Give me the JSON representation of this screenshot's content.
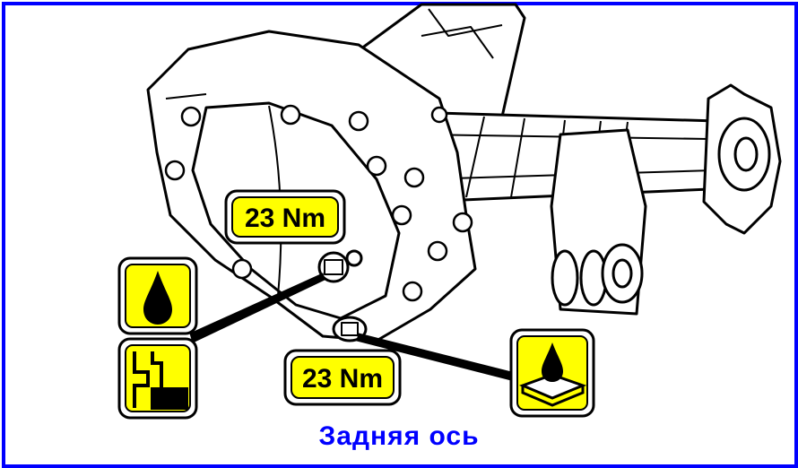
{
  "caption": "Задняя  ось",
  "torque_upper": "23 Nm",
  "torque_lower": "23 Nm",
  "colors": {
    "frame": "#0000ff",
    "caption": "#0000ff",
    "badge_fill": "#ffff00",
    "line": "#000000"
  },
  "icons": [
    "oil-drop-icon",
    "fill-level-icon",
    "drain-oil-icon"
  ]
}
